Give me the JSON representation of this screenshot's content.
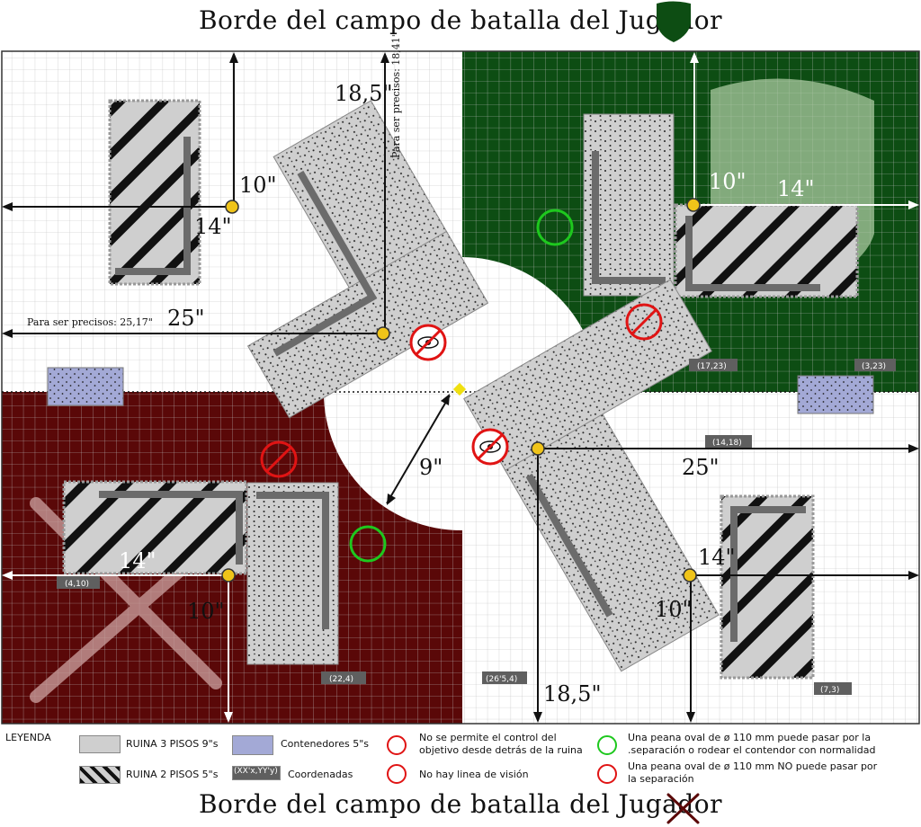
{
  "titles": {
    "top": "Borde del campo de batalla del Jugador",
    "bottom": "Borde del campo de batalla del Jugador"
  },
  "colors": {
    "player_top": "#0d4d13",
    "player_bottom": "#5a0808",
    "ruin": "#cfcfcf",
    "wall": "#6b6b6b",
    "container": "#9ea6d4",
    "objective": "#f0c419"
  },
  "measures": {
    "m18_5_top": "18,5\"",
    "precise_18_41": "Para ser precisos: 18,41\"",
    "m10_tl": "10\"",
    "m14_tl": "14\"",
    "m25_left": "25\"",
    "precise_25_17": "Para ser precisos: 25,17\"",
    "m10_tr": "10\"",
    "m14_tr": "14\"",
    "m9": "9\"",
    "m25_right": "25\"",
    "m14_bl": "14\"",
    "m10_bl": "10\"",
    "m14_br": "14\"",
    "m10_br": "10\"",
    "m18_5_bottom": "18,5\""
  },
  "coords": {
    "c17_23": "(17,23)",
    "c3_23": "(3,23)",
    "c14_18": "(14,18)",
    "c4_10": "(4,10)",
    "c22_4": "(22,4)",
    "c26_4": "(26'5,4)",
    "c7_3": "(7,3)"
  },
  "legend": {
    "heading": "LEYENDA",
    "ruin3": "RUINA 3 PISOS 9\"s",
    "ruin2": "RUINA 2 PISOS 5\"s",
    "containers": "Contenedores 5\"s",
    "coords_sample": "(XX'x,YY'y)",
    "coords_label": "Coordenadas",
    "no_control_1": "No se permite el control del",
    "no_control_2": "objetivo desde detrás de la ruina",
    "no_los": "No hay linea de visión",
    "can_pass_1": "Una peana oval de ø 110 mm puede pasar por la",
    "can_pass_2": ".separación o rodear el contendor con normalidad",
    "cannot_pass_1": "Una peana oval de ø 110 mm NO puede pasar por",
    "cannot_pass_2": "la separación"
  }
}
